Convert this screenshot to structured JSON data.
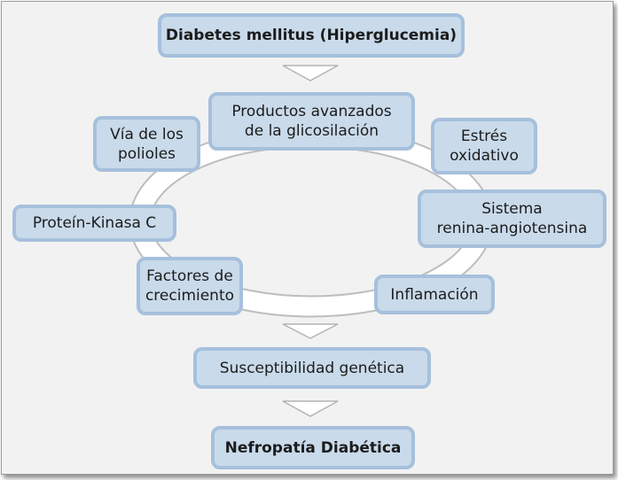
{
  "diagram": {
    "title": "Diabetes mellitus (Hiperglucemia)",
    "cycle_items": {
      "productos": "Productos avanzados\nde la glicosilación",
      "via": "Vía de los\npolioles",
      "estres": "Estrés\noxidativo",
      "proteina": "Proteín-Kinasa C",
      "sistema": "Sistema\nrenina-angiotensina",
      "factores": "Factores de\ncrecimiento",
      "inflamacion": "Inflamación"
    },
    "susceptibilidad": "Susceptibilidad genética",
    "result": "Nefropatía Diabética"
  },
  "colors": {
    "box_fill": "#c9daea",
    "box_border": "#a6c0dc",
    "ring": "#ffffff",
    "ring_outline": "#c0c0c0",
    "background": "#f2f2f2"
  }
}
